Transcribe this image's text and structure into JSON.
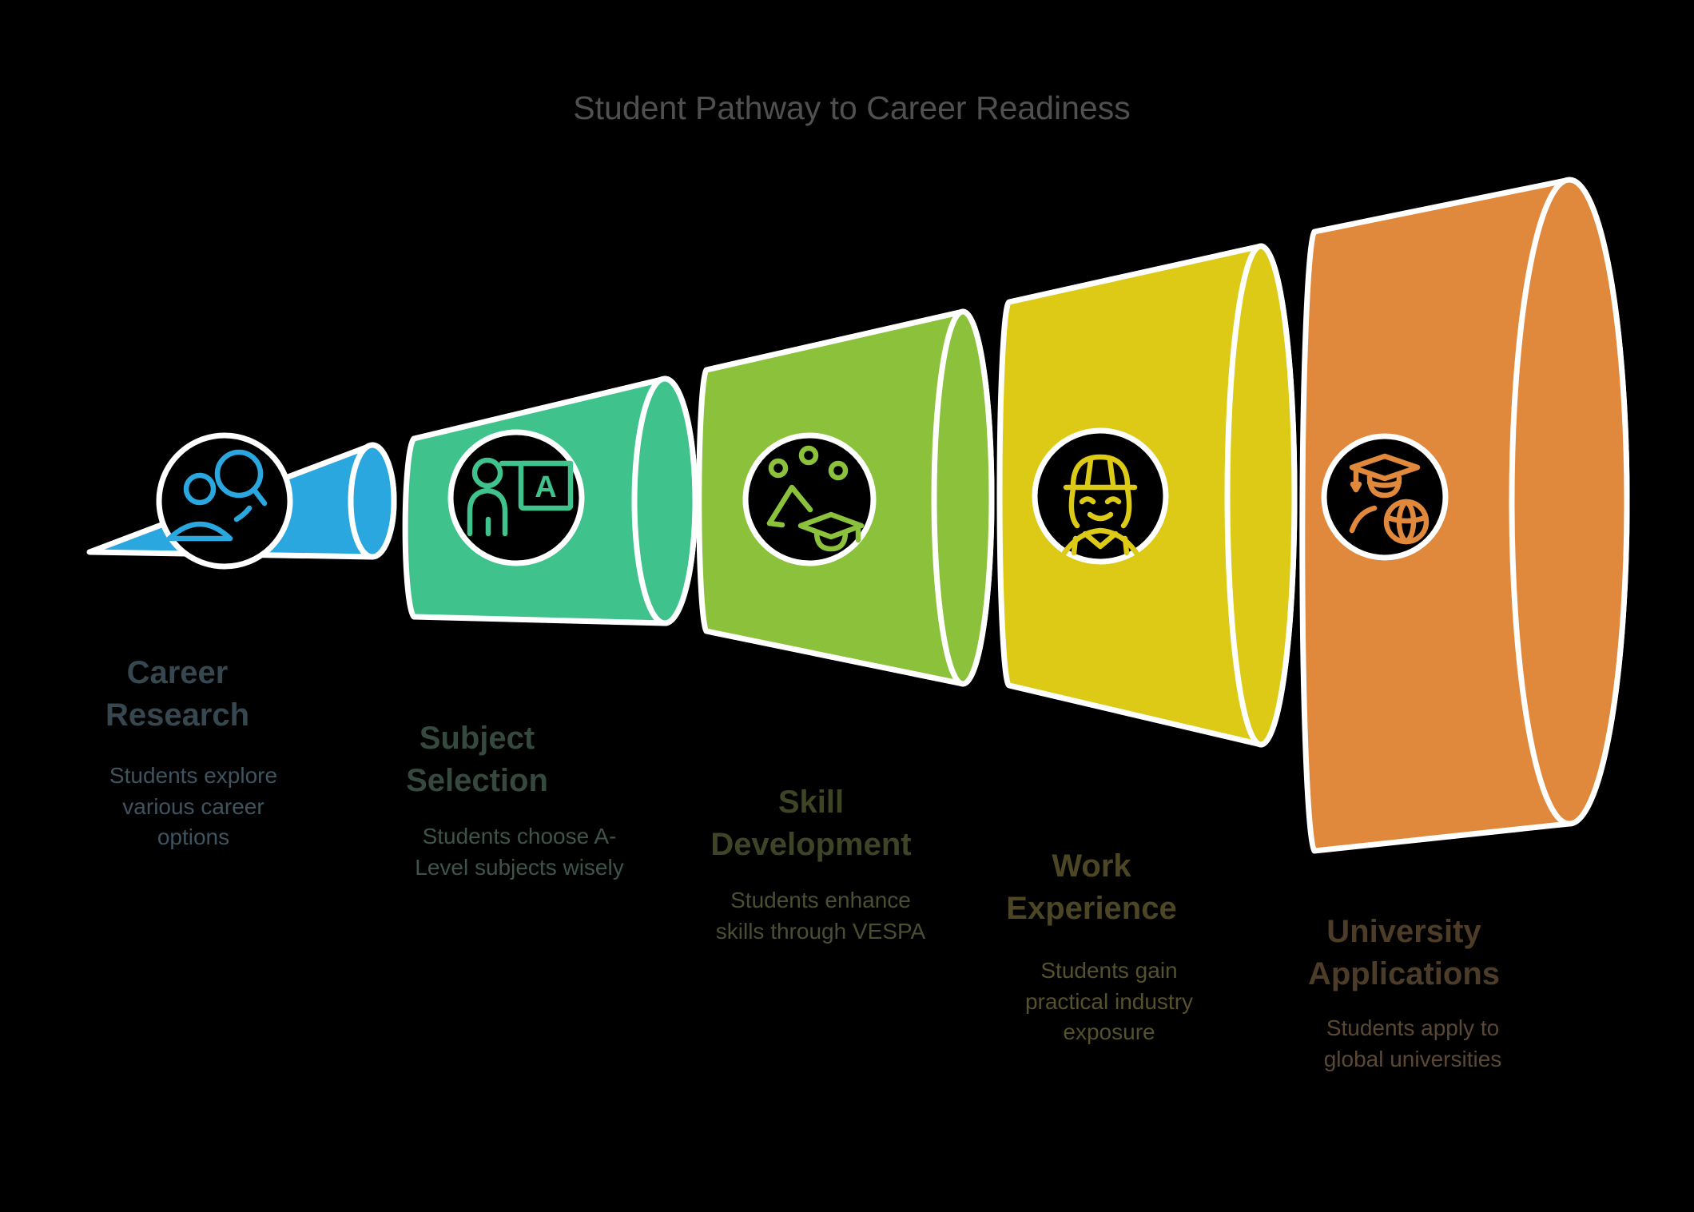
{
  "title": "Student Pathway to Career Readiness",
  "title_color": "#505050",
  "background_color": "#000000",
  "outline_color": "#ffffff",
  "stages": [
    {
      "label": "Career Research",
      "description": "Students explore various career options",
      "color": "#2AA7DF",
      "heading_color": "#36474F",
      "body_color": "#3F545F",
      "icon": "person-search-icon"
    },
    {
      "label": "Subject Selection",
      "description": "Students choose A-Level subjects wisely",
      "color": "#3FC28B",
      "heading_color": "#35493E",
      "body_color": "#3F5449",
      "icon": "teacher-board-icon",
      "icon_letter": "A"
    },
    {
      "label": "Skill Development",
      "description": "Students enhance skills through VESPA",
      "color": "#8CC13C",
      "heading_color": "#3E4527",
      "body_color": "#4A4F33",
      "icon": "skills-graduation-icon"
    },
    {
      "label": "Work Experience",
      "description": "Students gain practical industry exposure",
      "color": "#DDCA16",
      "heading_color": "#4C4624",
      "body_color": "#57502C",
      "icon": "worker-hardhat-icon"
    },
    {
      "label": "University Applications",
      "description": "Students apply to global universities",
      "color": "#E0883B",
      "heading_color": "#4C3C28",
      "body_color": "#5A4836",
      "icon": "graduate-globe-icon"
    }
  ]
}
